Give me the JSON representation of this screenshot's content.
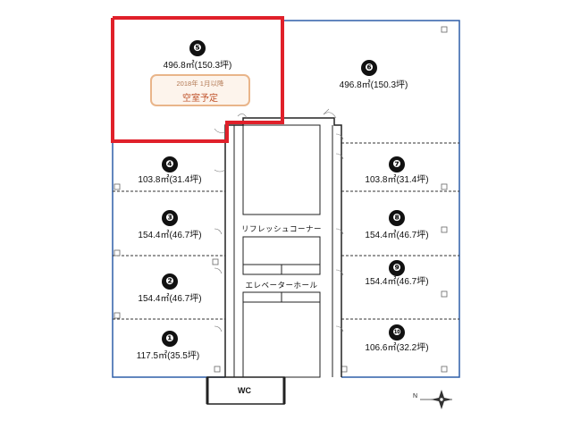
{
  "units": [
    {
      "number": "❶",
      "area": "117.5㎡(35.5坪)"
    },
    {
      "number": "❷",
      "area": "154.4㎡(46.7坪)"
    },
    {
      "number": "❸",
      "area": "154.4㎡(46.7坪)"
    },
    {
      "number": "❹",
      "area": "103.8㎡(31.4坪)"
    },
    {
      "number": "❺",
      "area": "496.8㎡(150.3坪)"
    },
    {
      "number": "❻",
      "area": "496.8㎡(150.3坪)"
    },
    {
      "number": "❼",
      "area": "103.8㎡(31.4坪)"
    },
    {
      "number": "❽",
      "area": "154.4㎡(46.7坪)"
    },
    {
      "number": "❾",
      "area": "154.4㎡(46.7坪)"
    },
    {
      "number": "❿",
      "area": "106.6㎡(32.2坪)"
    }
  ],
  "vacancy_notice": {
    "date": "2018年 1月以降",
    "status": "空室予定"
  },
  "rooms": {
    "refresh_corner": "リフレッシュコーナー",
    "elevator_hall": "エレベーターホール",
    "wc": "WC"
  },
  "compass": {
    "north": "N"
  },
  "colors": {
    "highlight": "#e0202a",
    "outer_wall": "#2f5fa8",
    "vacancy_border": "#e9b58a"
  }
}
